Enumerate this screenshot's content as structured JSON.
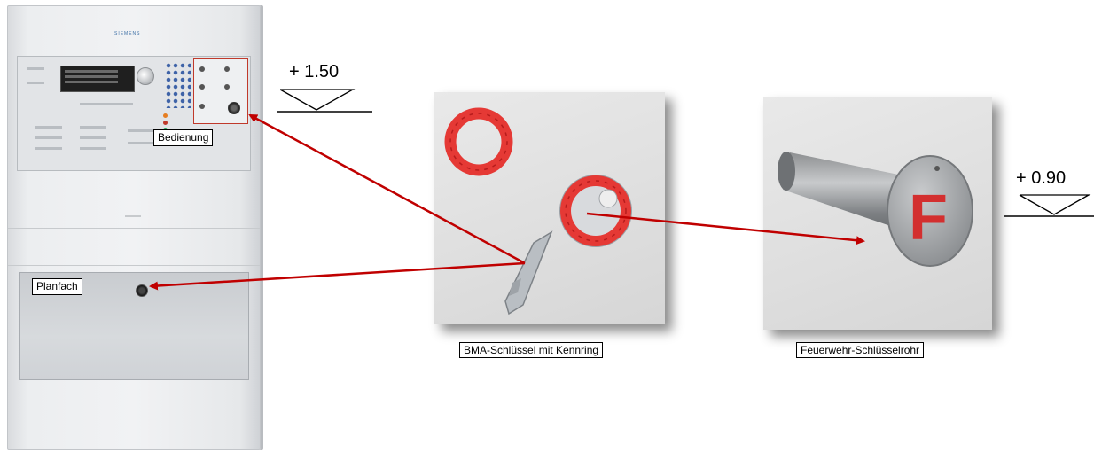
{
  "panel": {
    "brand": "SIEMENS",
    "callout_operation": "Bedienung",
    "callout_plan_compartment": "Planfach"
  },
  "levels": [
    {
      "text": "+ 1.50"
    },
    {
      "text": "+ 0.90"
    }
  ],
  "items": [
    {
      "caption": "BMA-Schlüssel mit Kennring"
    },
    {
      "caption": "Feuerwehr-Schlüsselrohr",
      "emblem_letter": "F"
    }
  ],
  "colors": {
    "arrow": "#c00000",
    "ring": "#e53935",
    "frame": "#c0392b"
  }
}
